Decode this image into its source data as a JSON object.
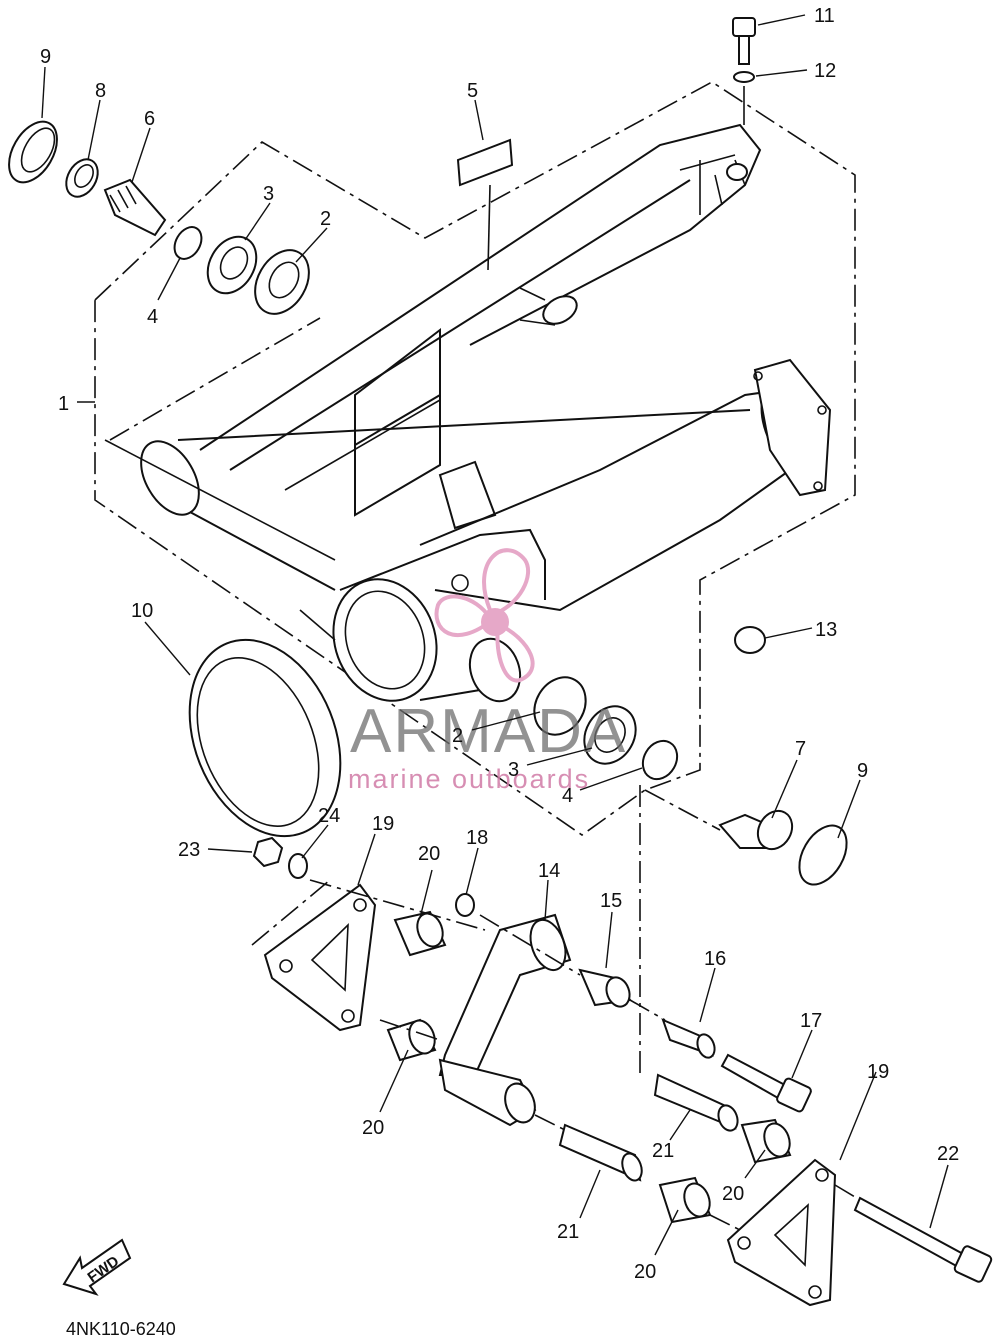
{
  "diagram": {
    "code": "4NK110-6240",
    "fwd_text": "FWD",
    "watermark": {
      "title": "ARMADA",
      "subtitle": "marine outboards"
    },
    "callouts": [
      {
        "id": "c1",
        "text": "1"
      },
      {
        "id": "c2a",
        "text": "2"
      },
      {
        "id": "c2b",
        "text": "2"
      },
      {
        "id": "c3a",
        "text": "3"
      },
      {
        "id": "c3b",
        "text": "3"
      },
      {
        "id": "c4a",
        "text": "4"
      },
      {
        "id": "c4b",
        "text": "4"
      },
      {
        "id": "c5",
        "text": "5"
      },
      {
        "id": "c6",
        "text": "6"
      },
      {
        "id": "c7",
        "text": "7"
      },
      {
        "id": "c8",
        "text": "8"
      },
      {
        "id": "c9a",
        "text": "9"
      },
      {
        "id": "c9b",
        "text": "9"
      },
      {
        "id": "c10",
        "text": "10"
      },
      {
        "id": "c11",
        "text": "11"
      },
      {
        "id": "c12",
        "text": "12"
      },
      {
        "id": "c13",
        "text": "13"
      },
      {
        "id": "c14",
        "text": "14"
      },
      {
        "id": "c15",
        "text": "15"
      },
      {
        "id": "c16",
        "text": "16"
      },
      {
        "id": "c17",
        "text": "17"
      },
      {
        "id": "c18",
        "text": "18"
      },
      {
        "id": "c19a",
        "text": "19"
      },
      {
        "id": "c19b",
        "text": "19"
      },
      {
        "id": "c20a",
        "text": "20"
      },
      {
        "id": "c20b",
        "text": "20"
      },
      {
        "id": "c20c",
        "text": "20"
      },
      {
        "id": "c20d",
        "text": "20"
      },
      {
        "id": "c21a",
        "text": "21"
      },
      {
        "id": "c21b",
        "text": "21"
      },
      {
        "id": "c22",
        "text": "22"
      },
      {
        "id": "c23",
        "text": "23"
      },
      {
        "id": "c24",
        "text": "24"
      }
    ]
  }
}
